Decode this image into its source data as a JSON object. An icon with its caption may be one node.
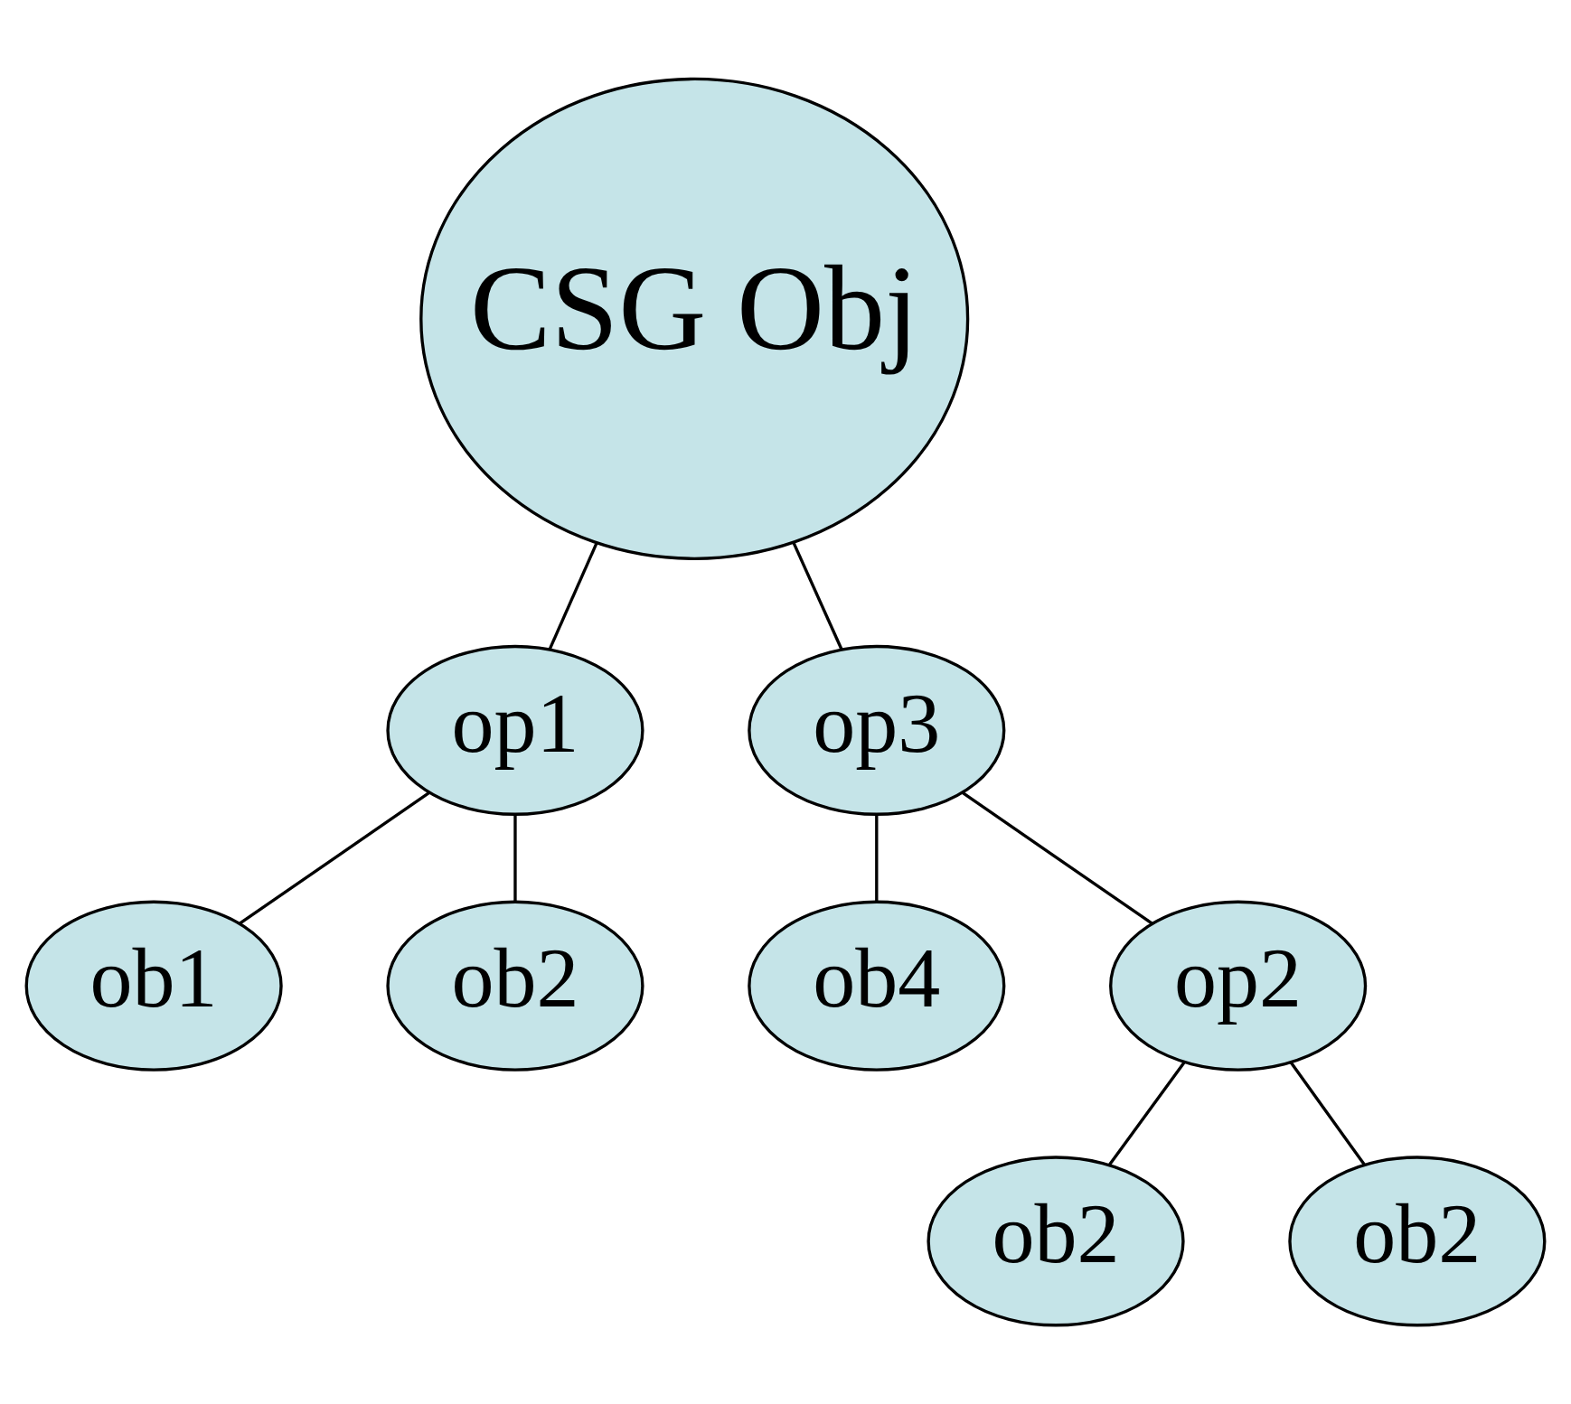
{
  "diagram": {
    "nodes": [
      {
        "text": [
          "CSG Obj"
        ]
      },
      {
        "text": [
          "op1"
        ]
      },
      {
        "text": [
          "ob1"
        ]
      },
      {
        "text": [
          "ob2"
        ]
      },
      {
        "text": [
          "op3"
        ]
      },
      {
        "text": [
          "ob4"
        ]
      },
      {
        "text": [
          "op2"
        ]
      },
      {
        "text": [
          "ob2"
        ]
      },
      {
        "text": [
          "ob2"
        ]
      }
    ],
    "edges": [
      {
        "from": 0,
        "to": 1,
        "arrow": "none"
      },
      {
        "from": 0,
        "to": 4,
        "arrow": "none"
      },
      {
        "from": 1,
        "to": 2,
        "arrow": "none"
      },
      {
        "from": 1,
        "to": 3,
        "arrow": "none"
      },
      {
        "from": 4,
        "to": 5,
        "arrow": "none"
      },
      {
        "from": 4,
        "to": 6,
        "arrow": "none"
      },
      {
        "from": 6,
        "to": 7,
        "arrow": "none"
      },
      {
        "from": 6,
        "to": 8,
        "arrow": "none"
      }
    ]
  }
}
